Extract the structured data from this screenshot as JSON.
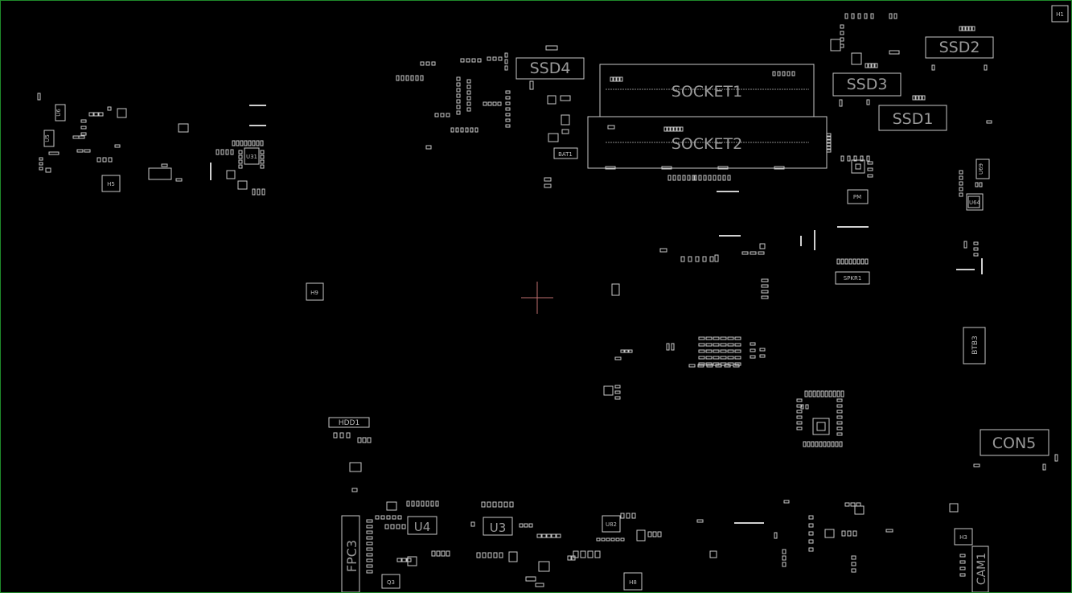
{
  "colors": {
    "background": "#000000",
    "outline": "#c8c8c8",
    "label": "#9a9a9a",
    "crosshair": "#c07070",
    "border": "#1f8a2a"
  },
  "labels": {
    "ssd4": "SSD4",
    "ssd2": "SSD2",
    "ssd3": "SSD3",
    "ssd1": "SSD1",
    "socket1": "SOCKET1",
    "socket2": "SOCKET2",
    "con5": "CON5",
    "btb3": "BTB3",
    "fpc3": "FPC3",
    "cam1": "CAM1",
    "u4": "U4",
    "u3": "U3",
    "hdd1": "HDD1",
    "bat1": "BAT1",
    "spkr1": "SPKR1",
    "h1": "H1",
    "h3": "H3",
    "h5": "H5",
    "h8": "H8",
    "h9": "H9",
    "q3": "Q3",
    "u82": "U82",
    "u64": "U64",
    "u69": "U69",
    "u5": "U5",
    "u6": "U6",
    "u31": "U31",
    "pmu": "PM"
  }
}
